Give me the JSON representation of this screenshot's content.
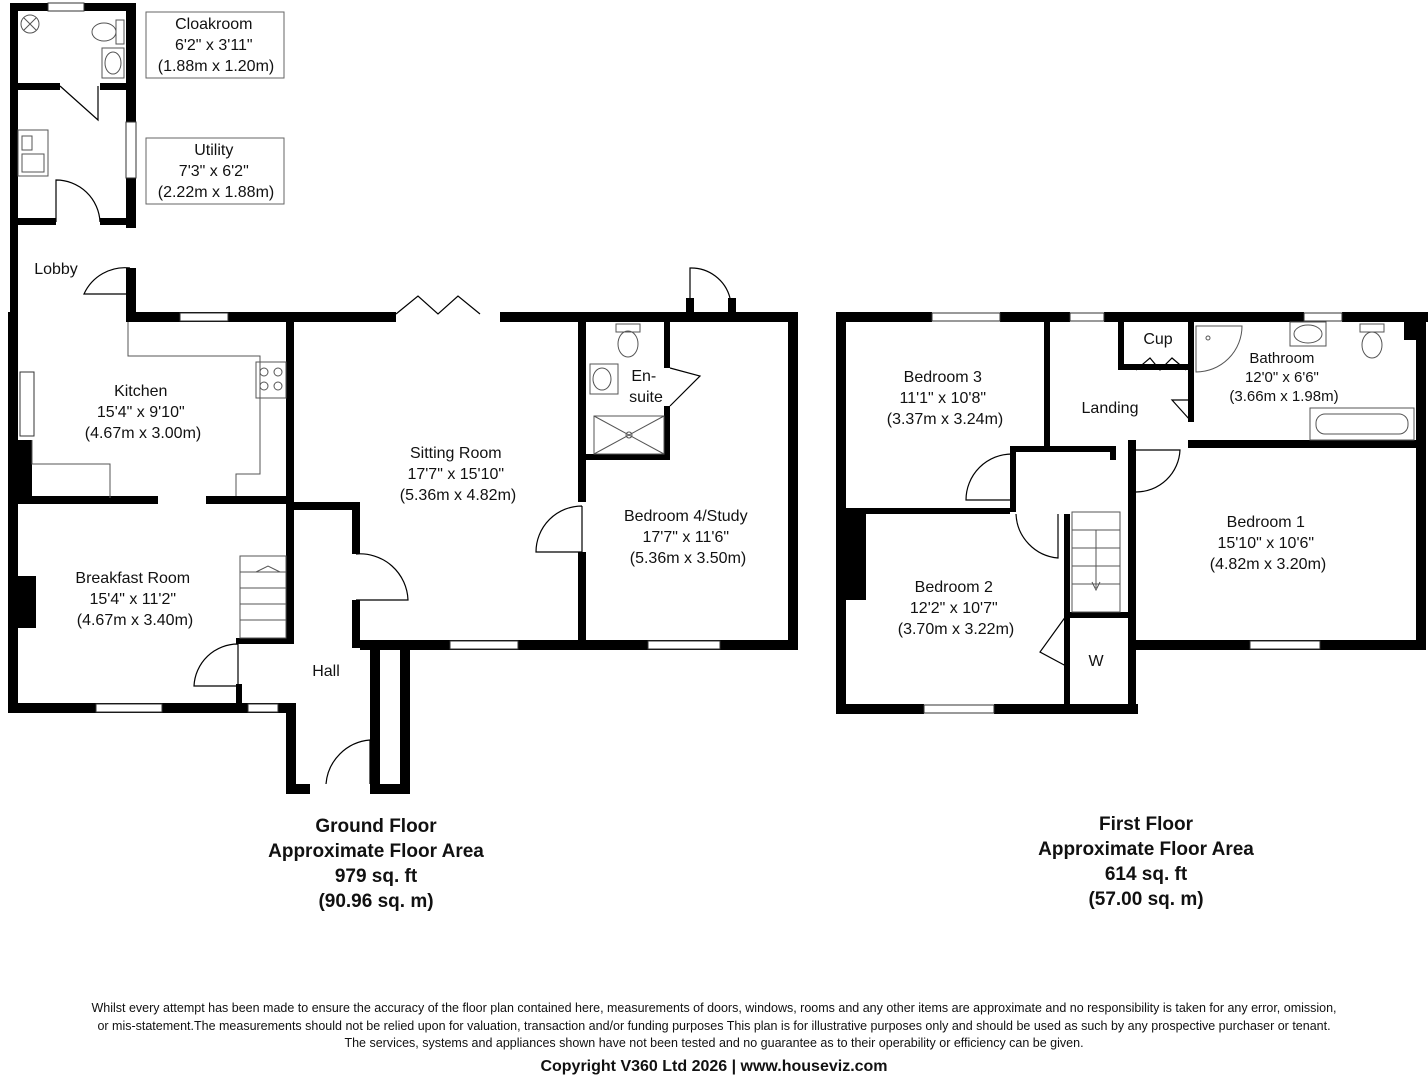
{
  "colors": {
    "wall": "#000000",
    "fixture": "#555555",
    "box_border": "#666666",
    "text": "#111111"
  },
  "ground_floor": {
    "rooms": {
      "cloakroom": [
        "Cloakroom",
        "6'2\" x 3'11\"",
        "(1.88m x 1.20m)"
      ],
      "utility": [
        "Utility",
        "7'3\" x 6'2\"",
        "(2.22m x 1.88m)"
      ],
      "lobby": [
        "Lobby"
      ],
      "kitchen": [
        "Kitchen",
        "15'4\" x 9'10\"",
        "(4.67m x 3.00m)"
      ],
      "breakfast_room": [
        "Breakfast Room",
        "15'4\" x 11'2\"",
        "(4.67m x 3.40m)"
      ],
      "sitting_room": [
        "Sitting Room",
        "17'7\" x 15'10\"",
        "(5.36m x 4.82m)"
      ],
      "en_suite": [
        "En-",
        "suite"
      ],
      "bedroom_4": [
        "Bedroom 4/Study",
        "17'7\" x 11'6\"",
        "(5.36m x 3.50m)"
      ],
      "hall": [
        "Hall"
      ]
    },
    "area": {
      "title": "Ground Floor",
      "subtitle": "Approximate Floor Area",
      "sq_ft": "979 sq. ft",
      "sq_m": "(90.96 sq. m)"
    }
  },
  "first_floor": {
    "rooms": {
      "bedroom_3": [
        "Bedroom 3",
        "11'1\" x 10'8\"",
        "(3.37m x 3.24m)"
      ],
      "landing": [
        "Landing"
      ],
      "cup": [
        "Cup"
      ],
      "bathroom": [
        "Bathroom",
        "12'0\" x 6'6\"",
        "(3.66m x 1.98m)"
      ],
      "bedroom_1": [
        "Bedroom 1",
        "15'10\" x 10'6\"",
        "(4.82m x 3.20m)"
      ],
      "bedroom_2": [
        "Bedroom 2",
        "12'2\" x 10'7\"",
        "(3.70m x 3.22m)"
      ],
      "wardrobe": [
        "W"
      ]
    },
    "area": {
      "title": "First Floor",
      "subtitle": "Approximate Floor Area",
      "sq_ft": "614 sq. ft",
      "sq_m": "(57.00 sq. m)"
    }
  },
  "disclaimer": [
    "Whilst every attempt has been made to ensure the accuracy of the floor plan contained here, measurements of doors, windows, rooms and any other items are approximate and no responsibility is taken for any error, omission,",
    "or mis-statement.The measurements should not be relied upon for valuation, transaction and/or funding purposes This plan is for illustrative purposes only and should be used as such by any prospective purchaser or tenant.",
    "The services, systems and appliances shown have not been tested and no guarantee as to their operability or efficiency can be given."
  ],
  "copyright": "Copyright V360 Ltd 2026 | www.houseviz.com"
}
